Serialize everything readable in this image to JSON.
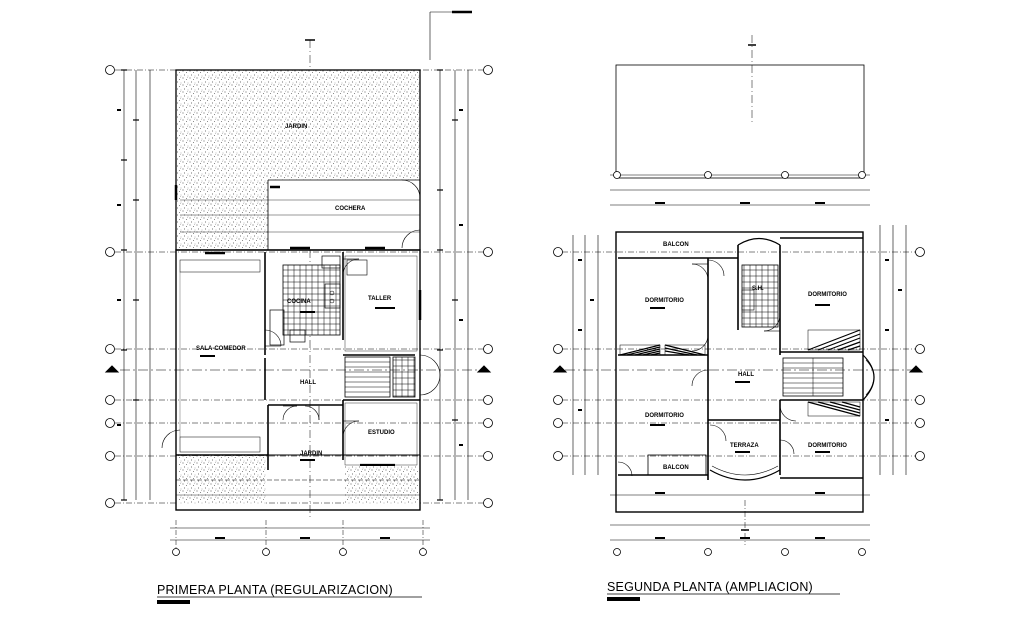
{
  "plans": [
    {
      "title": "PRIMERA PLANTA (REGULARIZACION)",
      "rooms": [
        "JARDIN",
        "COCHERA",
        "COCINA",
        "TALLER",
        "SALA-COMEDOR",
        "HALL",
        "ESTUDIO",
        "JARDIN"
      ]
    },
    {
      "title": "SEGUNDA PLANTA (AMPLIACION)",
      "rooms": [
        "BALCON",
        "DORMITORIO",
        "S.H.",
        "DORMITORIO",
        "HALL",
        "DORMITORIO",
        "TERRAZA",
        "DORMITORIO",
        "BALCON"
      ]
    }
  ],
  "colors": {
    "line": "#000000",
    "background": "#ffffff",
    "hatch": "#555555"
  }
}
